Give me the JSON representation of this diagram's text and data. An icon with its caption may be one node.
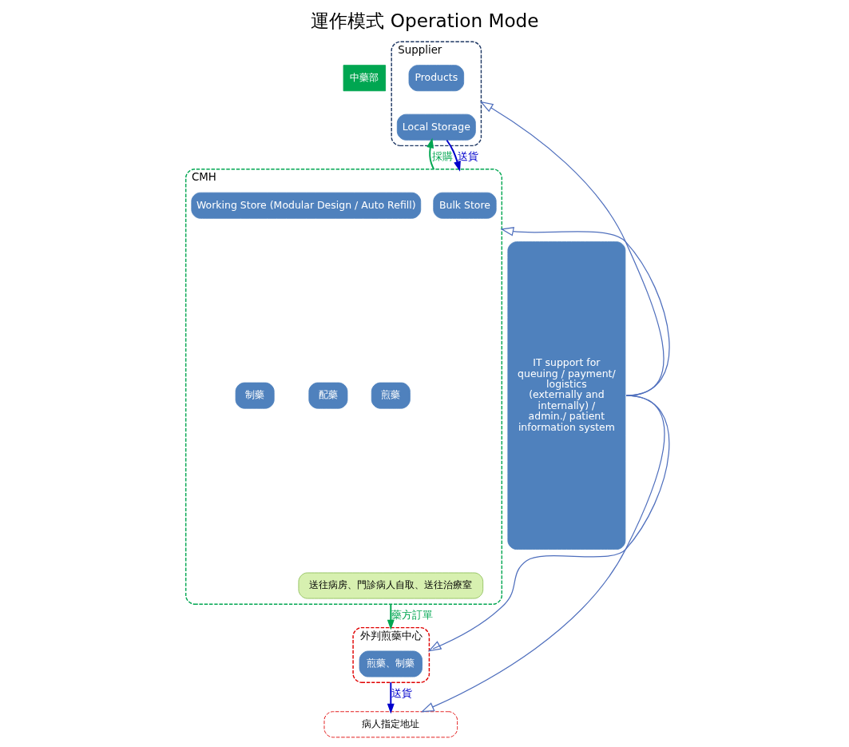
{
  "diagram": {
    "title": "運作模式 Operation Mode",
    "nodes": [
      {
        "text": [
          "中藥部"
        ]
      },
      {
        "text": [
          "IT support for queuing / payment/ logistics (externally and internally) / admin./ patient information system"
        ]
      },
      {
        "text": [
          "Supplier"
        ]
      },
      {
        "text": [
          "Products"
        ],
        "in": 2
      },
      {
        "text": [
          "Local Storage"
        ],
        "in": 2
      },
      {
        "text": [
          "CMH"
        ]
      },
      {
        "text": [
          "Bulk Store"
        ],
        "in": 5
      },
      {
        "text": [
          "Working Store (Modular Design / Auto Refill)"
        ],
        "in": 5
      },
      {
        "text": [
          "配藥"
        ],
        "in": 5
      },
      {
        "text": [
          "煎藥"
        ],
        "in": 5
      },
      {
        "text": [
          "制藥"
        ],
        "in": 5
      },
      {
        "text": [
          "送往病房、門診病人自取、送往治療室"
        ],
        "in": 5
      },
      {
        "text": [
          "外判煎藥中心"
        ]
      },
      {
        "text": [
          "煎藥、制藥"
        ],
        "in": 12
      },
      {
        "text": [
          "病人指定地址"
        ]
      }
    ],
    "edges": [
      {
        "from": 1,
        "to": 2,
        "arrow": "to"
      },
      {
        "from": 1,
        "to": 5,
        "arrow": "to"
      },
      {
        "from": 1,
        "to": 12,
        "arrow": "to"
      },
      {
        "from": 1,
        "to": 14,
        "arrow": "to"
      },
      {
        "from": 5,
        "to": 4,
        "arrow": "to",
        "label": "採購",
        "color": "#00a651"
      },
      {
        "from": 4,
        "to": 5,
        "arrow": "to",
        "label": "送貨",
        "color": "#0000cc"
      },
      {
        "from": 5,
        "to": 12,
        "arrow": "to",
        "label": "藥方訂單",
        "color": "#00a651"
      },
      {
        "from": 12,
        "to": 14,
        "arrow": "to",
        "label": "送貨",
        "color": "#0000cc"
      }
    ]
  }
}
